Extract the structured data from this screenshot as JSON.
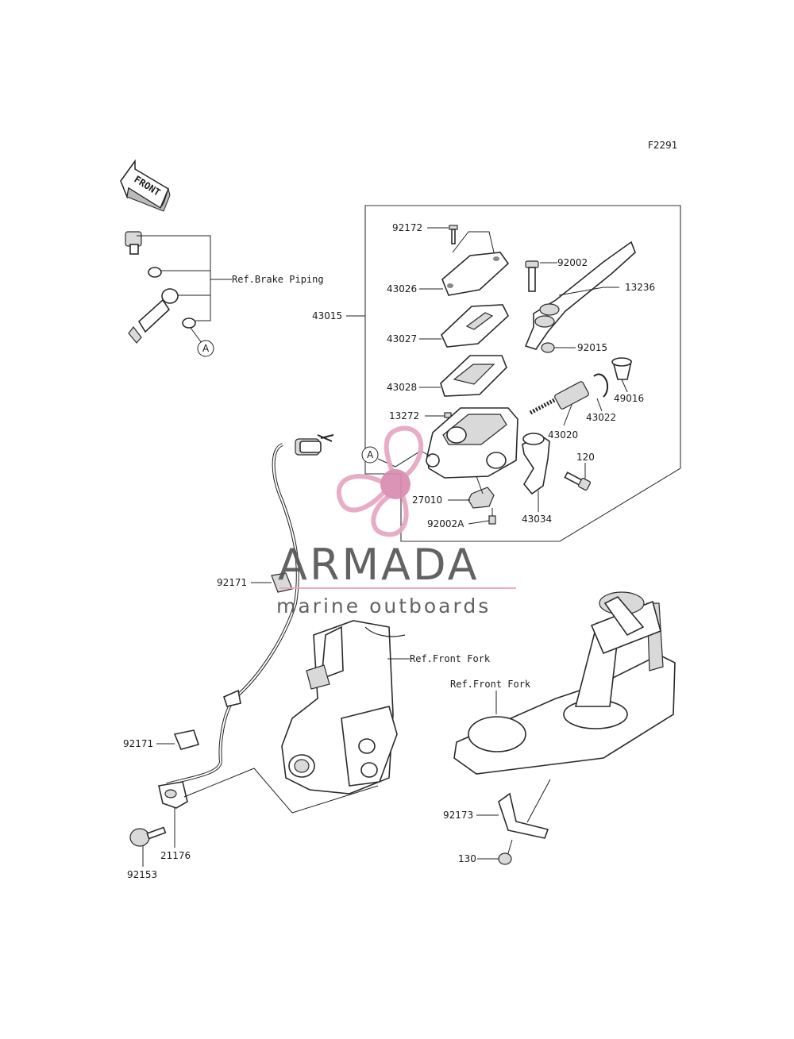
{
  "figure_code": "F2291",
  "front_arrow_text": "FRONT",
  "watermark": {
    "title": "ARMADA",
    "subtitle": "marine outboards",
    "logo_color": "#e8a6c2",
    "logo_dot_color": "#d88ab0"
  },
  "callouts": {
    "a_top": "A",
    "a_mid": "A"
  },
  "refs": {
    "brake_piping": "Ref.Brake Piping",
    "front_fork_1": "Ref.Front Fork",
    "front_fork_2": "Ref.Front Fork"
  },
  "parts": {
    "p92172": "92172",
    "p92002": "92002",
    "p43026": "43026",
    "p13236": "13236",
    "p43015": "43015",
    "p43027": "43027",
    "p92015": "92015",
    "p43028": "43028",
    "p49016": "49016",
    "p13272": "13272",
    "p43022": "43022",
    "p43020": "43020",
    "p120": "120",
    "p27010": "27010",
    "p92002A": "92002A",
    "p43034": "43034",
    "p92171a": "92171",
    "p92171b": "92171",
    "p92153": "92153",
    "p21176": "21176",
    "p92173": "92173",
    "p130": "130"
  }
}
